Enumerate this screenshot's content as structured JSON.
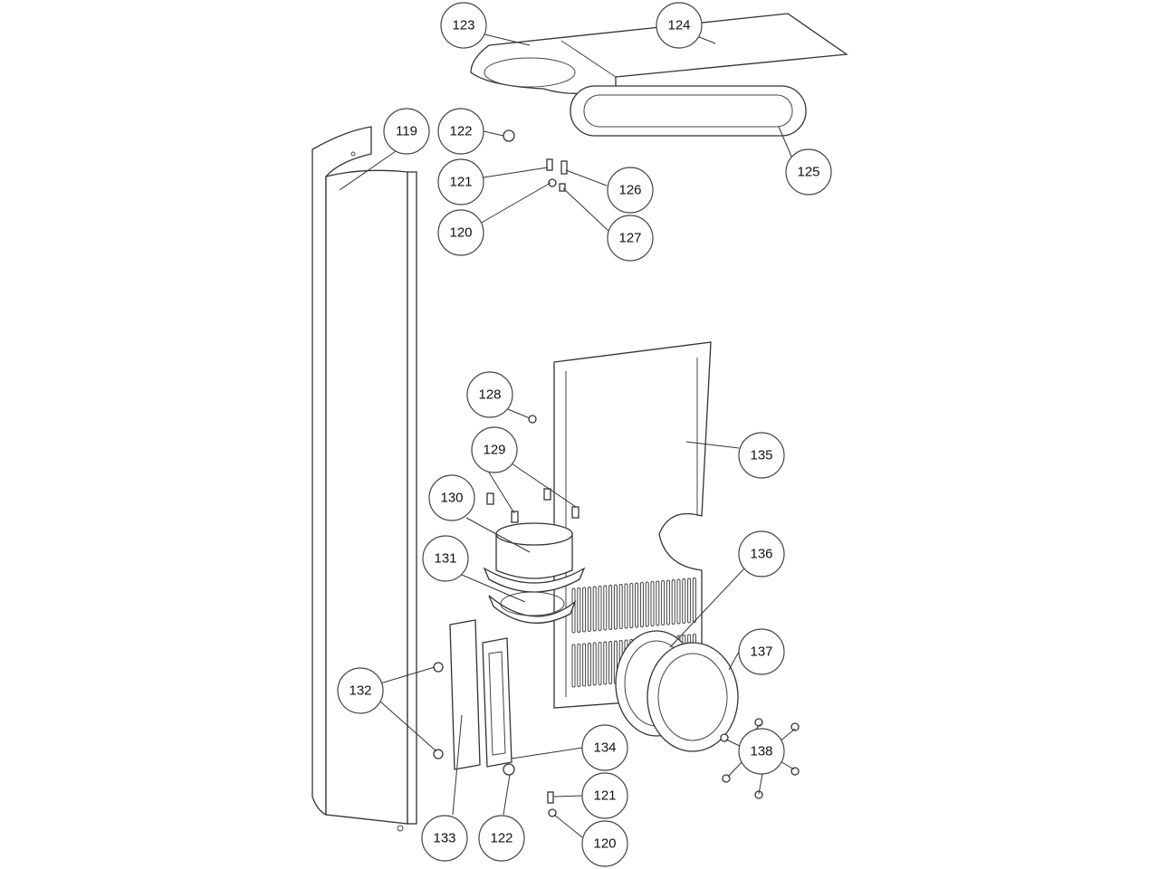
{
  "diagram": {
    "type": "exploded-parts-diagram",
    "callouts": [
      "123",
      "124",
      "119",
      "122",
      "121",
      "126",
      "120",
      "127",
      "125",
      "128",
      "129",
      "135",
      "130",
      "131",
      "136",
      "137",
      "132",
      "134",
      "138",
      "121",
      "133",
      "122",
      "120"
    ]
  }
}
